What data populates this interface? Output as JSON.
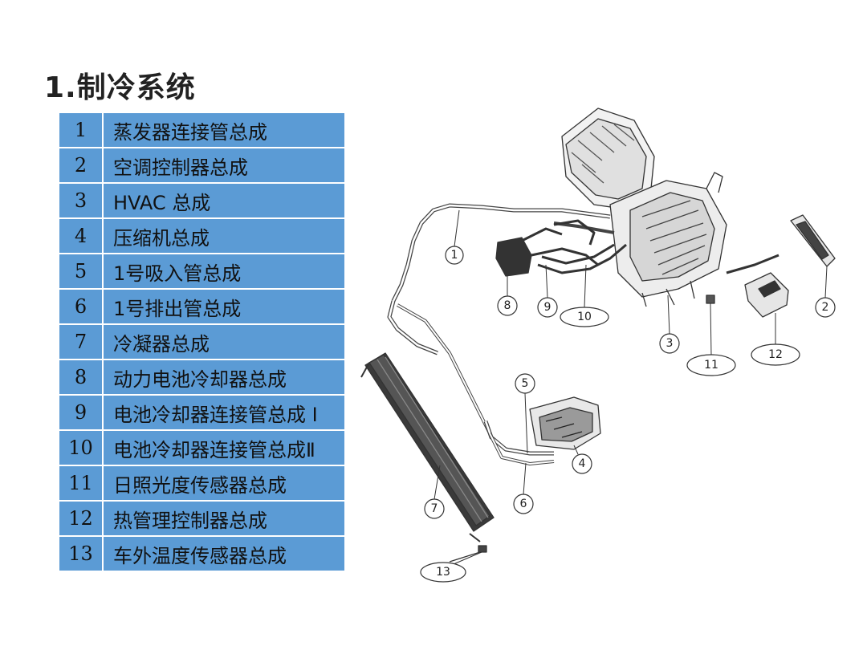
{
  "title": "1.制冷系统",
  "parts": [
    {
      "num": "1",
      "name": "蒸发器连接管总成"
    },
    {
      "num": "2",
      "name": "空调控制器总成"
    },
    {
      "num": "3",
      "name": "HVAC 总成"
    },
    {
      "num": "4",
      "name": "压缩机总成"
    },
    {
      "num": "5",
      "name": "1号吸入管总成"
    },
    {
      "num": "6",
      "name": "1号排出管总成"
    },
    {
      "num": "7",
      "name": "冷凝器总成"
    },
    {
      "num": "8",
      "name": "动力电池冷却器总成"
    },
    {
      "num": "9",
      "name": "电池冷却器连接管总成 I"
    },
    {
      "num": "10",
      "name": "电池冷却器连接管总成Ⅱ"
    },
    {
      "num": "11",
      "name": "日照光度传感器总成"
    },
    {
      "num": "12",
      "name": "热管理控制器总成"
    },
    {
      "num": "13",
      "name": "车外温度传感器总成"
    }
  ],
  "callouts": [
    "1",
    "2",
    "3",
    "4",
    "5",
    "6",
    "7",
    "8",
    "9",
    "10",
    "11",
    "12",
    "13"
  ]
}
